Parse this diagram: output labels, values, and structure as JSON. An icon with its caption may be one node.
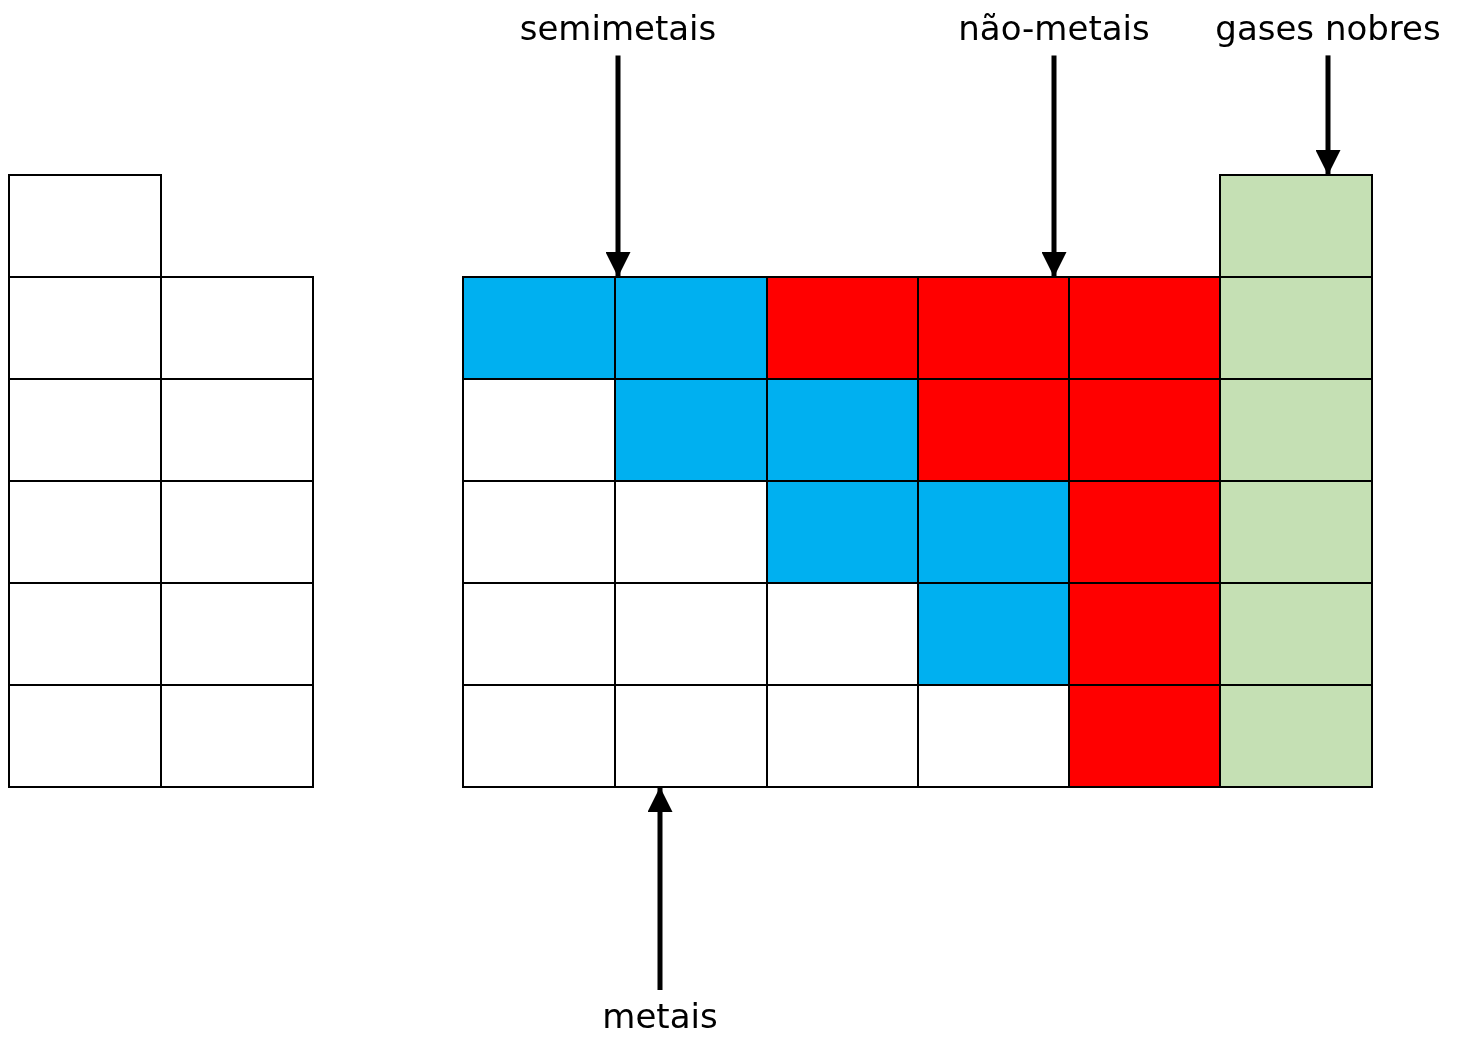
{
  "diagram": {
    "nodes": [
      {
        "text": [
          "semimetais"
        ]
      },
      {
        "text": [
          "não-metais"
        ]
      },
      {
        "text": [
          "gases nobres"
        ]
      },
      {
        "text": [],
        "shape": "box"
      },
      {
        "text": [],
        "shape": "box"
      },
      {
        "text": [],
        "shape": "box"
      },
      {
        "text": [],
        "shape": "box"
      },
      {
        "text": [
          "metais"
        ]
      }
    ],
    "edges": [
      {
        "from": 0,
        "to": 3,
        "arrow": "to"
      },
      {
        "from": 1,
        "to": 4,
        "arrow": "to"
      },
      {
        "from": 2,
        "to": 5,
        "arrow": "to"
      },
      {
        "from": 7,
        "to": 6,
        "arrow": "to"
      }
    ]
  }
}
